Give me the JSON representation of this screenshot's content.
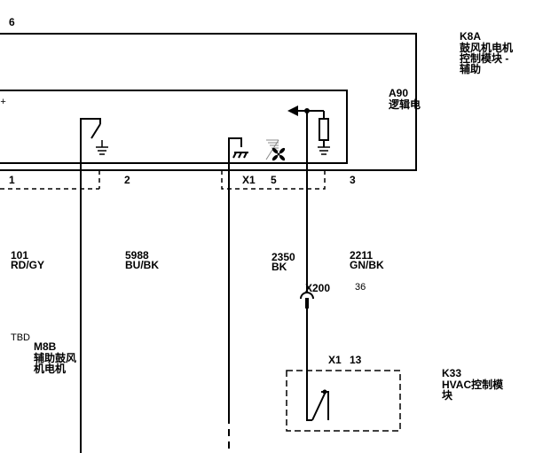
{
  "top_left_number": "6",
  "k8a": {
    "ref": "K8A",
    "name_lines": [
      "鼓风机电机",
      "控制模块 -",
      "辅助"
    ]
  },
  "a90": {
    "ref": "A90",
    "name": "逻辑电"
  },
  "b_plus": "B+",
  "pins": {
    "p1": "1",
    "p2": "2",
    "x1_connector": "X1",
    "p5": "5",
    "p3": "3"
  },
  "wires": [
    {
      "circuit": "101",
      "color": "RD/GY"
    },
    {
      "circuit": "5988",
      "color": "BU/BK"
    },
    {
      "circuit": "2350",
      "color": "BK"
    },
    {
      "circuit": "2211",
      "color": "GN/BK"
    }
  ],
  "splice": {
    "ref": "X200",
    "pin": "36"
  },
  "m8b": {
    "tbd": "TBD",
    "ref": "M8B",
    "name_lines": [
      "辅助鼓风",
      "机电机"
    ]
  },
  "k33": {
    "connector": "X1",
    "pin": "13",
    "ref": "K33",
    "name_lines": [
      "HVAC控制模",
      "块"
    ]
  },
  "icons": [
    "ground-icon",
    "chassis-ground-icon",
    "fan-icon",
    "resistor-icon",
    "switch-icon",
    "arrow-left-icon"
  ]
}
